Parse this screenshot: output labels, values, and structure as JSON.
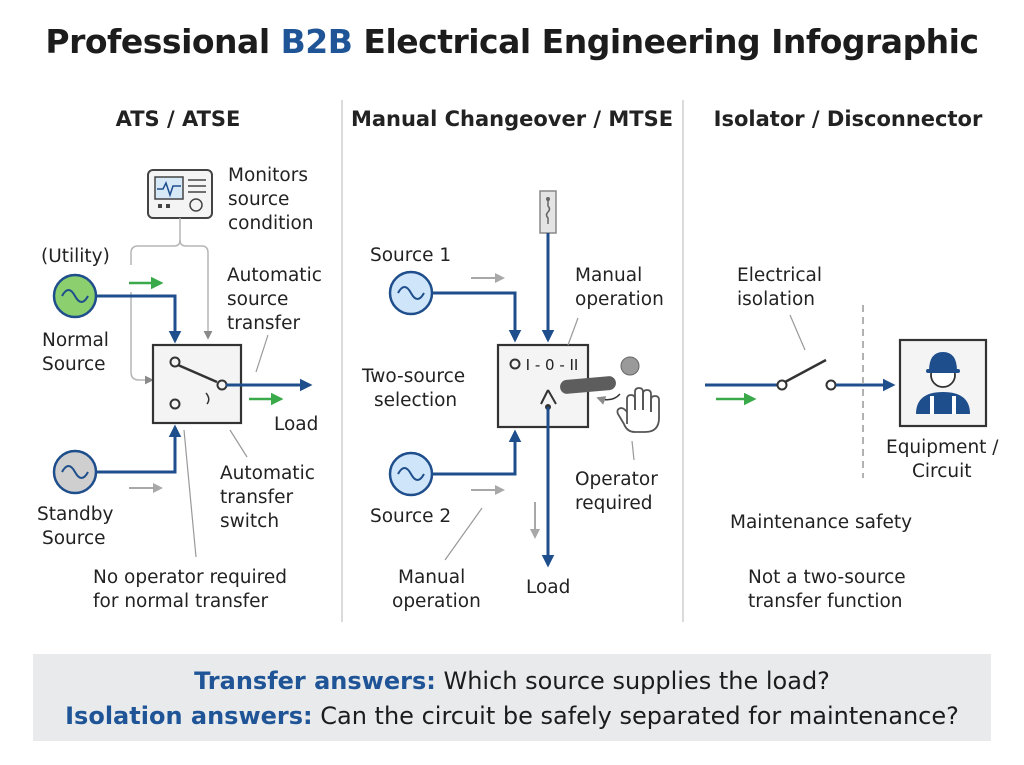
{
  "title": {
    "prefix": "Professional ",
    "accent": "B2B",
    "suffix": " Electrical Engineering Infographic"
  },
  "colors": {
    "accent": "#1f5597",
    "line": "#1f4e8c",
    "arrow_green": "#3aa94a",
    "arrow_gray": "#a8a8a8",
    "sine_green": "#8ccf6f",
    "sine_blue": "#cfe6fa",
    "sine_gray": "#cfcfcf",
    "footer_bg": "#e9eaec"
  },
  "panels": {
    "ats": {
      "header": "ATS / ATSE",
      "monitors": [
        "Monitors",
        "source",
        "condition"
      ],
      "utility": "(Utility)",
      "normal": [
        "Normal",
        "Source"
      ],
      "auto_source": [
        "Automatic",
        "source",
        "transfer"
      ],
      "load": "Load",
      "auto_switch": [
        "Automatic",
        "transfer",
        "switch"
      ],
      "standby": [
        "Standby",
        "Source"
      ],
      "no_operator": [
        "No operator required",
        "for normal transfer"
      ]
    },
    "mtse": {
      "header": "Manual Changeover / MTSE",
      "source1": "Source 1",
      "manual_op_top": [
        "Manual",
        "operation"
      ],
      "two_source": [
        "Two-source",
        "selection"
      ],
      "positions": "I - 0 - II",
      "source2": "Source 2",
      "operator": [
        "Operator",
        "required"
      ],
      "manual_op_bottom": [
        "Manual",
        "operation"
      ],
      "load": "Load"
    },
    "iso": {
      "header": "Isolator / Disconnector",
      "elec_iso": [
        "Electrical",
        "isolation"
      ],
      "equipment": [
        "Equipment /",
        "Circuit"
      ],
      "maint_safety": "Maintenance safety",
      "not_two": [
        "Not a two-source",
        "transfer function"
      ]
    }
  },
  "footer": {
    "line1_key": "Transfer answers:",
    "line1_text": " Which source supplies the load?",
    "line2_key": "Isolation answers:",
    "line2_text": " Can the circuit be safely separated for maintenance?"
  }
}
